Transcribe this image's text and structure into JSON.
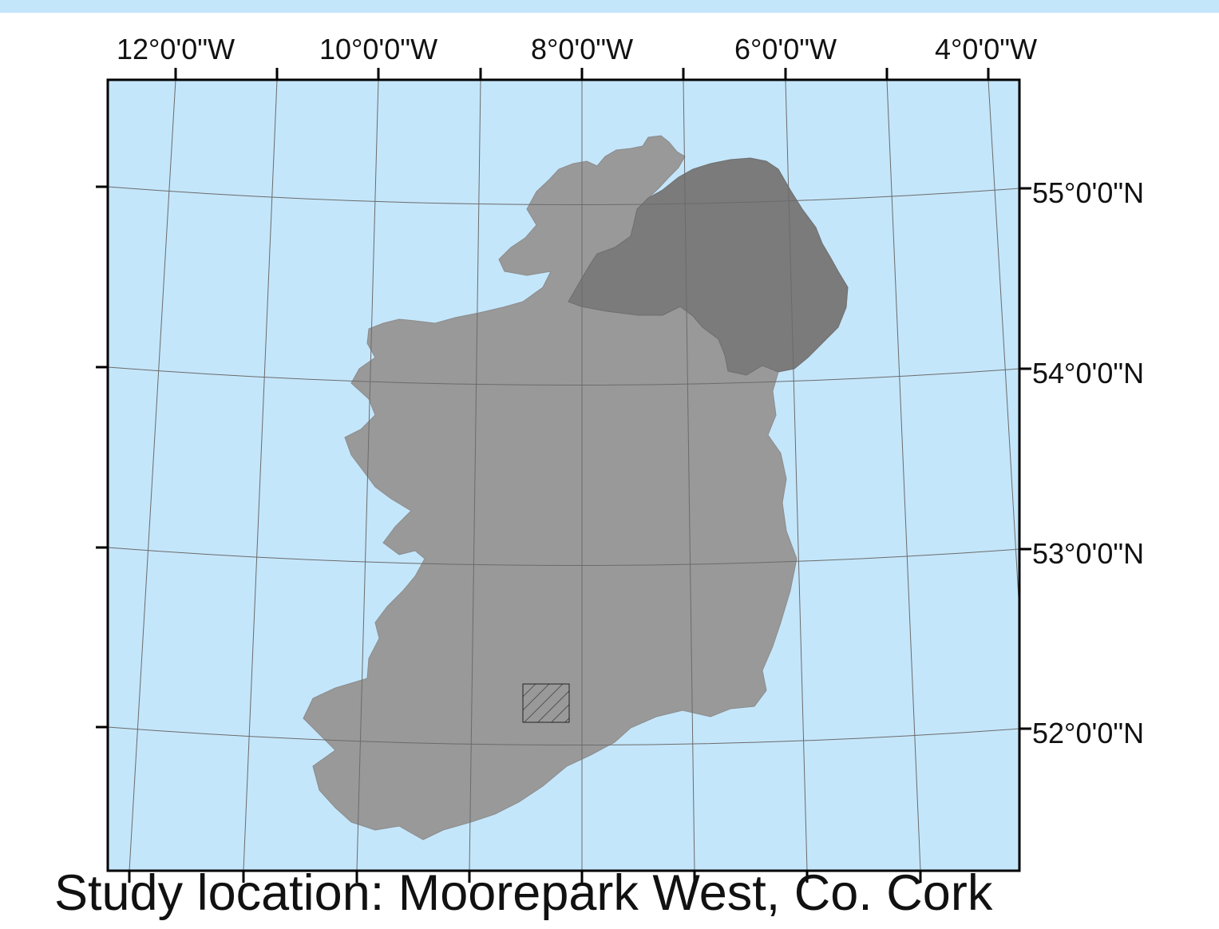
{
  "map": {
    "caption": "Study location: Moorepark West, Co. Cork",
    "longitude_labels": [
      "12°0'0\"W",
      "10°0'0\"W",
      "8°0'0\"W",
      "6°0'0\"W",
      "4°0'0\"W"
    ],
    "latitude_labels": [
      "55°0'0\"N",
      "54°0'0\"N",
      "53°0'0\"N",
      "52°0'0\"N"
    ],
    "regions": [
      "Republic of Ireland",
      "Northern Ireland"
    ],
    "study_area": "Moorepark West, Co. Cork",
    "colors": {
      "sea": "#c4e6fb",
      "republic_of_ireland": "#999999",
      "northern_ireland": "#7b7b7b",
      "graticule": "#6b6b6b",
      "frame": "#000000"
    }
  }
}
